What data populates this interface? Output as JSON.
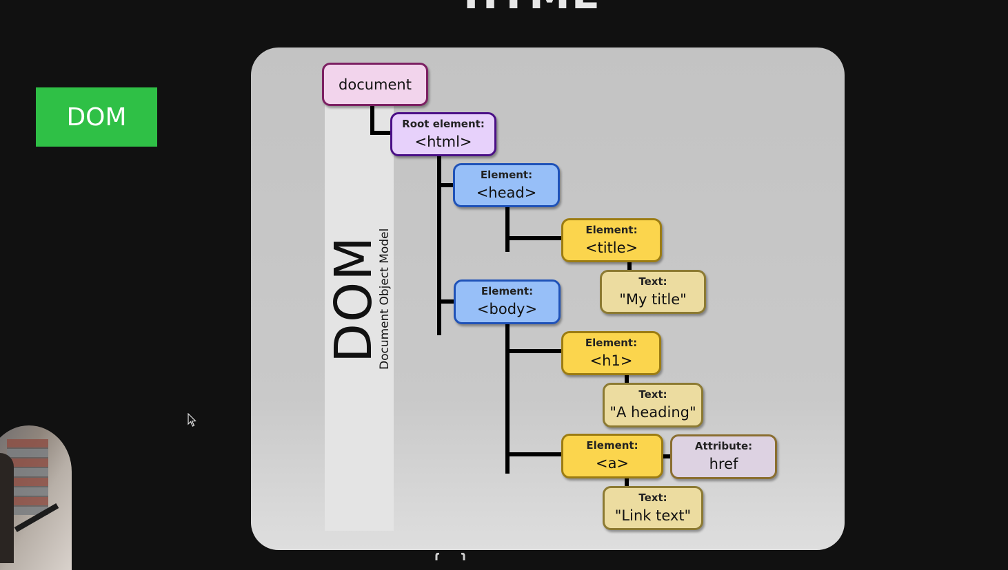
{
  "page": {
    "top_title": "HTML",
    "badge": "DOM"
  },
  "diagram": {
    "side_title": "DOM",
    "side_subtitle": "Document Object Model",
    "nodes": {
      "document": {
        "kind": "",
        "value": "document"
      },
      "html": {
        "kind": "Root element:",
        "value": "<html>"
      },
      "head": {
        "kind": "Element:",
        "value": "<head>"
      },
      "title": {
        "kind": "Element:",
        "value": "<title>"
      },
      "title_text": {
        "kind": "Text:",
        "value": "\"My title\""
      },
      "body": {
        "kind": "Element:",
        "value": "<body>"
      },
      "h1": {
        "kind": "Element:",
        "value": "<h1>"
      },
      "h1_text": {
        "kind": "Text:",
        "value": "\"A heading\""
      },
      "a": {
        "kind": "Element:",
        "value": "<a>"
      },
      "href": {
        "kind": "Attribute:",
        "value": "href"
      },
      "a_text": {
        "kind": "Text:",
        "value": "\"Link text\""
      }
    },
    "colors": {
      "document": "#f2d4ec",
      "root": "#e7d1fb",
      "element_structural": "#97bff8",
      "element_content": "#fbd54d",
      "text": "#ecdca0",
      "attribute": "#ddd2e2"
    }
  },
  "icons": [
    "cursor-icon"
  ]
}
